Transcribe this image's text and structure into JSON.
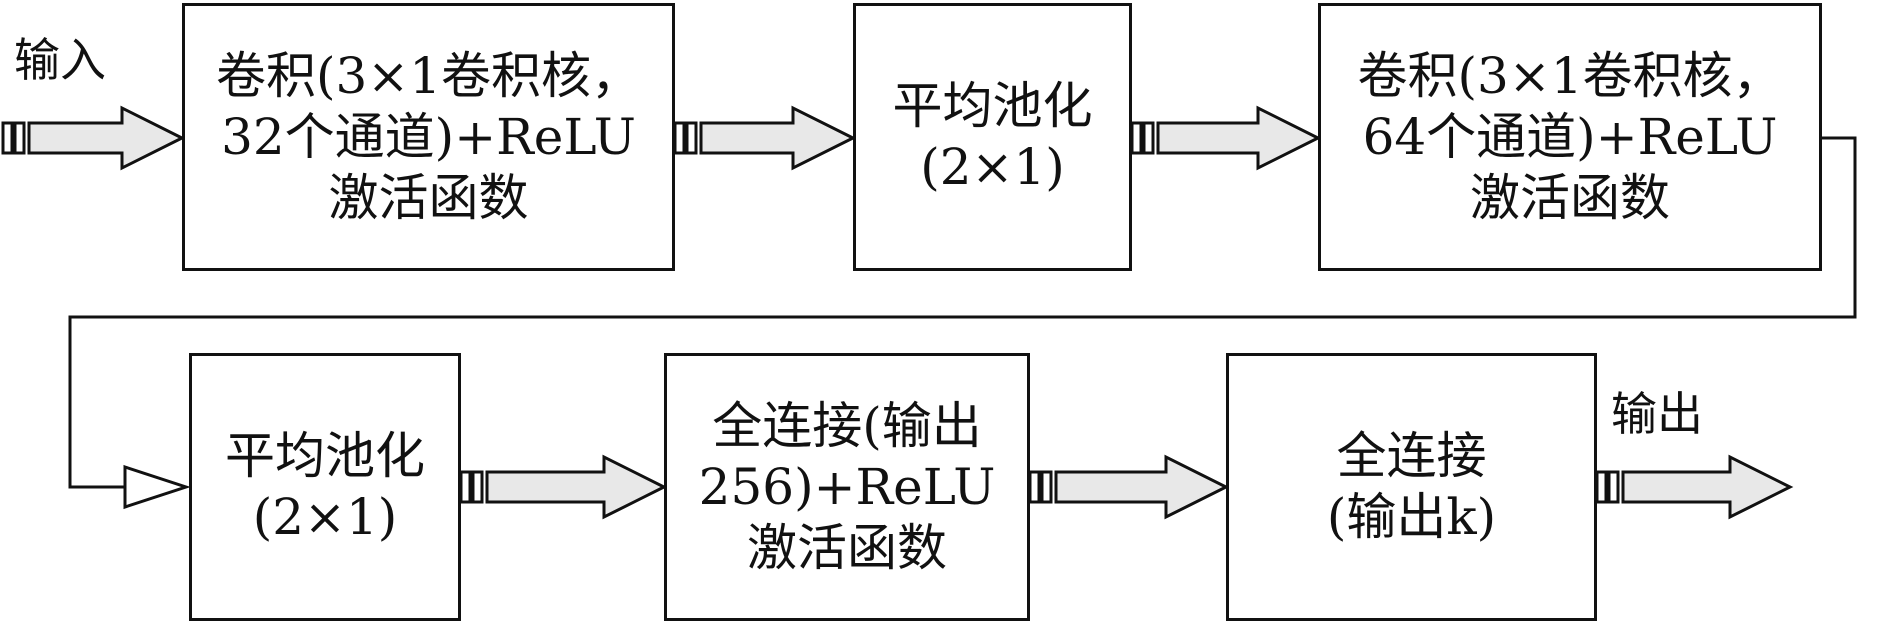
{
  "input_label": "输入",
  "output_label": "输出",
  "blocks": [
    {
      "id": "conv1",
      "label": "卷积(3×1卷积核，\n32个通道)+ReLU\n激活函数"
    },
    {
      "id": "pool1",
      "label": "平均池化\n(2×1)"
    },
    {
      "id": "conv2",
      "label": "卷积(3×1卷积核，\n64个通道)+ReLU\n激活函数"
    },
    {
      "id": "pool2",
      "label": "平均池化\n(2×1)"
    },
    {
      "id": "fc1",
      "label": "全连接(输出\n256)+ReLU\n激活函数"
    },
    {
      "id": "fc2",
      "label": "全连接\n(输出k)"
    }
  ],
  "colors": {
    "line": "#111111",
    "arrow_fill": "#e8e8e8",
    "box_fill": "#ffffff"
  }
}
